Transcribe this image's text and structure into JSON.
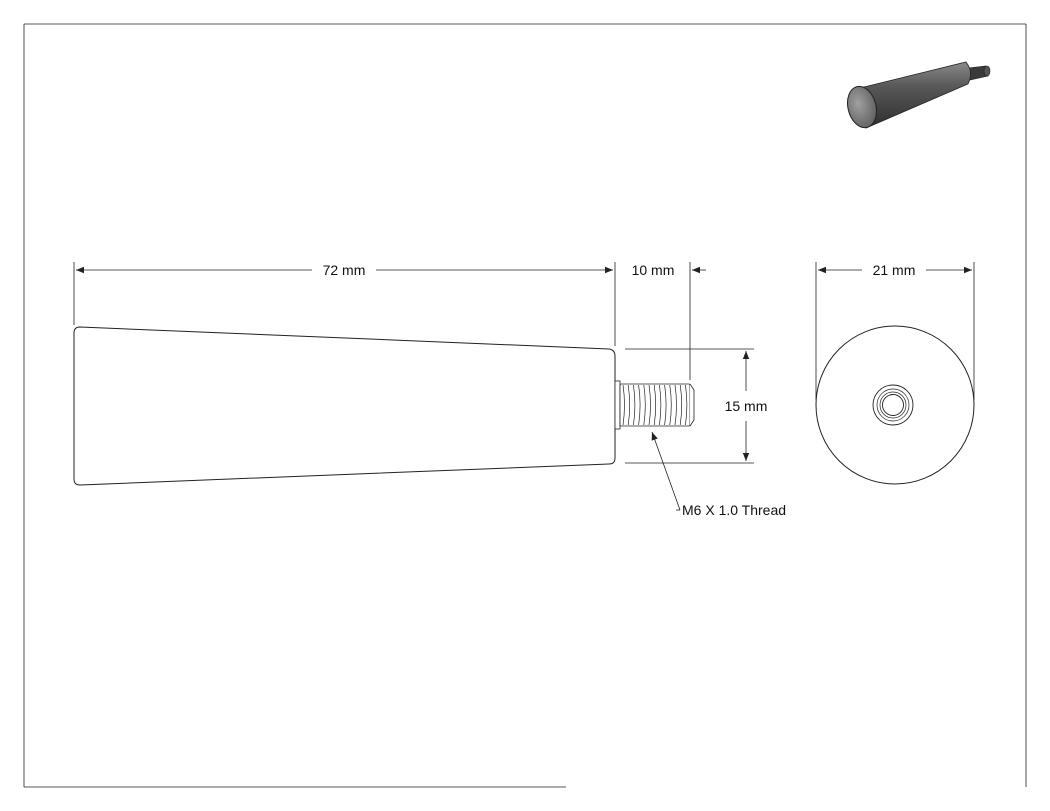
{
  "dimensions": {
    "length": "72 mm",
    "thread_length": "10 mm",
    "height": "15 mm",
    "diameter": "21 mm"
  },
  "callout": {
    "thread": "M6 X 1.0 Thread"
  },
  "colors": {
    "line": "#222222",
    "paper": "#ffffff",
    "render_dark": "#4a4a4a",
    "render_face": "#7a7a7a"
  },
  "icons": {
    "iso_view": "tapered-handle-3d-render-icon"
  }
}
